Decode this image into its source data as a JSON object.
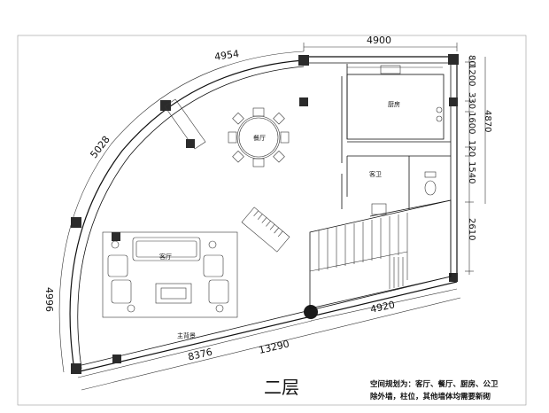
{
  "floor_label": "二层",
  "dimensions": {
    "arc_top": "4954",
    "arc_upper": "5028",
    "arc_left": "4996",
    "top_right": "4900",
    "stair_bottom": "4920",
    "bottom_partial": "8376",
    "bottom_total": "13290",
    "right_1": "80",
    "right_2": "1200",
    "right_3": "330",
    "right_4": "1600",
    "right_5": "120",
    "right_6": "1540",
    "right_total": "4870",
    "right_stair": "2610"
  },
  "rooms": {
    "kitchen": "厨房",
    "dining": "餐厅",
    "bathroom": "客卫",
    "living": "客厅",
    "tv_wall": "主背景"
  },
  "notes": {
    "line1": "空间规划为：客厅、餐厅、厨房、公卫",
    "line2": "除外墙，柱位，其他墙体均需要新砌"
  }
}
